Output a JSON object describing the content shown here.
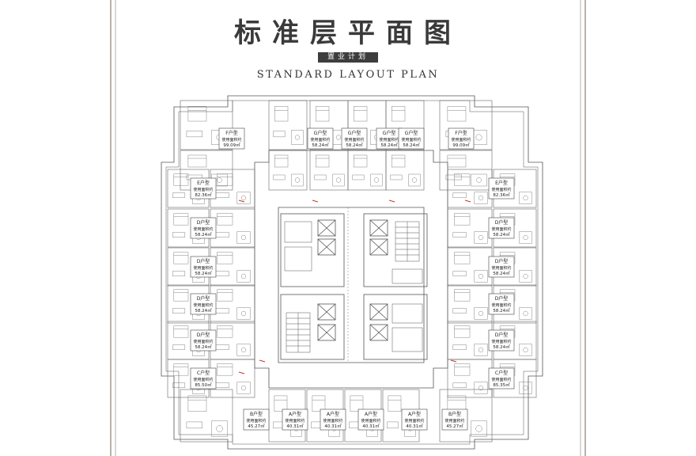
{
  "title": "标准层平面图",
  "badge": "置业计划",
  "subtitle": "STANDARD LAYOUT PLAN",
  "colors": {
    "line": "#555555",
    "frame": "#8a7f72",
    "accent": "#c0392b"
  },
  "units_top": [
    {
      "name": "F户型",
      "area_label": "使用面积约",
      "area": "99.09㎡"
    },
    {
      "name": "G户型",
      "area_label": "使用面积约",
      "area": "58.24㎡"
    },
    {
      "name": "G户型",
      "area_label": "使用面积约",
      "area": "58.24㎡"
    },
    {
      "name": "G户型",
      "area_label": "使用面积约",
      "area": "58.24㎡"
    },
    {
      "name": "G户型",
      "area_label": "使用面积约",
      "area": "58.24㎡"
    },
    {
      "name": "F户型",
      "area_label": "使用面积约",
      "area": "99.09㎡"
    }
  ],
  "units_left": [
    {
      "name": "E户型",
      "area_label": "使用面积约",
      "area": "82.36㎡"
    },
    {
      "name": "D户型",
      "area_label": "使用面积约",
      "area": "58.24㎡"
    },
    {
      "name": "D户型",
      "area_label": "使用面积约",
      "area": "58.24㎡"
    },
    {
      "name": "D户型",
      "area_label": "使用面积约",
      "area": "58.24㎡"
    },
    {
      "name": "D户型",
      "area_label": "使用面积约",
      "area": "58.24㎡"
    },
    {
      "name": "C户型",
      "area_label": "使用面积约",
      "area": "85.50㎡"
    }
  ],
  "units_right": [
    {
      "name": "E户型",
      "area_label": "使用面积约",
      "area": "82.36㎡"
    },
    {
      "name": "D户型",
      "area_label": "使用面积约",
      "area": "58.24㎡"
    },
    {
      "name": "D户型",
      "area_label": "使用面积约",
      "area": "58.24㎡"
    },
    {
      "name": "D户型",
      "area_label": "使用面积约",
      "area": "58.24㎡"
    },
    {
      "name": "D户型",
      "area_label": "使用面积约",
      "area": "58.24㎡"
    },
    {
      "name": "C户型",
      "area_label": "使用面积约",
      "area": "85.35㎡"
    }
  ],
  "units_bottom": [
    {
      "name": "B户型",
      "area_label": "使用面积约",
      "area": "45.27㎡"
    },
    {
      "name": "A户型",
      "area_label": "使用面积约",
      "area": "40.31㎡"
    },
    {
      "name": "A户型",
      "area_label": "使用面积约",
      "area": "40.31㎡"
    },
    {
      "name": "A户型",
      "area_label": "使用面积约",
      "area": "40.31㎡"
    },
    {
      "name": "A户型",
      "area_label": "使用面积约",
      "area": "40.31㎡"
    },
    {
      "name": "B户型",
      "area_label": "使用面积约",
      "area": "45.27㎡"
    }
  ]
}
